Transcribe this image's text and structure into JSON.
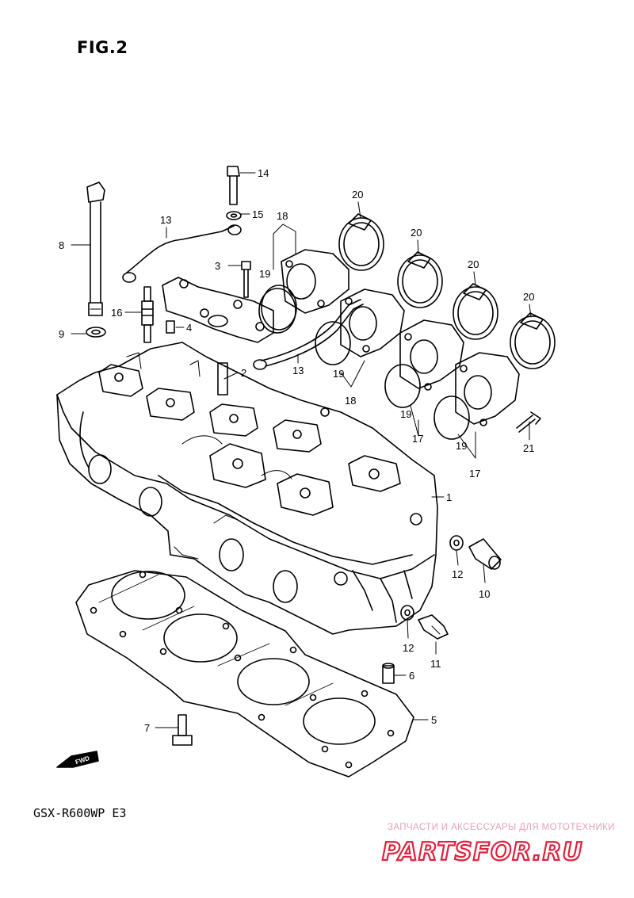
{
  "figure_label": "FIG.2",
  "model_code": "GSX-R600WP E3",
  "fwd_marker": "FWD",
  "watermark": {
    "tagline": "ЗАПЧАСТИ И АКСЕССУАРЫ ДЛЯ МОТОТЕХНИКИ",
    "logo_text": "PARTSFOR.RU",
    "color": "#e0203c"
  },
  "callouts": [
    {
      "id": "c1",
      "label": "1"
    },
    {
      "id": "c2",
      "label": "2"
    },
    {
      "id": "c3",
      "label": "3"
    },
    {
      "id": "c4",
      "label": "4"
    },
    {
      "id": "c5",
      "label": "5"
    },
    {
      "id": "c6",
      "label": "6"
    },
    {
      "id": "c7",
      "label": "7"
    },
    {
      "id": "c8",
      "label": "8"
    },
    {
      "id": "c9",
      "label": "9"
    },
    {
      "id": "c10",
      "label": "10"
    },
    {
      "id": "c11",
      "label": "11"
    },
    {
      "id": "c12a",
      "label": "12"
    },
    {
      "id": "c12b",
      "label": "12"
    },
    {
      "id": "c13a",
      "label": "13"
    },
    {
      "id": "c13b",
      "label": "13"
    },
    {
      "id": "c14",
      "label": "14"
    },
    {
      "id": "c15",
      "label": "15"
    },
    {
      "id": "c16",
      "label": "16"
    },
    {
      "id": "c17a",
      "label": "17"
    },
    {
      "id": "c17b",
      "label": "17"
    },
    {
      "id": "c18a",
      "label": "18"
    },
    {
      "id": "c18b",
      "label": "18"
    },
    {
      "id": "c19a",
      "label": "19"
    },
    {
      "id": "c19b",
      "label": "19"
    },
    {
      "id": "c19c",
      "label": "19"
    },
    {
      "id": "c19d",
      "label": "19"
    },
    {
      "id": "c20a",
      "label": "20"
    },
    {
      "id": "c20b",
      "label": "20"
    },
    {
      "id": "c20c",
      "label": "20"
    },
    {
      "id": "c20d",
      "label": "20"
    },
    {
      "id": "c21",
      "label": "21"
    }
  ]
}
